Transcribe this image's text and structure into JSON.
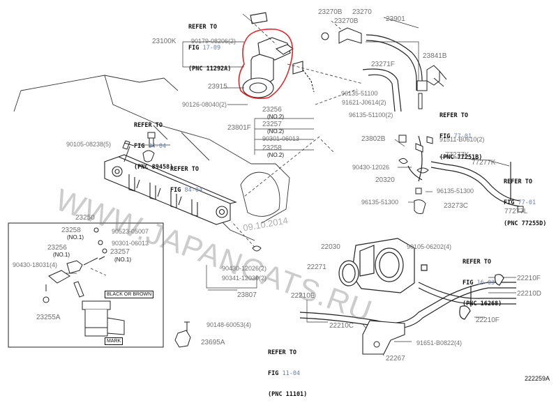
{
  "parts": {
    "p23270B_a": "23270B",
    "p23270": "23270",
    "p23270B_b": "23270B",
    "p23901": "23901",
    "p23100K": "23100K",
    "p90179": "90179-08206(2)",
    "p23841B": "23841B",
    "p23271F": "23271F",
    "p23915": "23915",
    "p96135_51100_a": "96135-51100",
    "p91621": "91621-J0614(2)",
    "p90126": "90126-08040(2)",
    "p23256_top": "23256",
    "p23256_top_no": "(NO.2)",
    "p96135_51100_b": "96135-51100(2)",
    "p23257_top": "23257",
    "p23257_top_no": "(NO.2)",
    "p23801F": "23801F",
    "p90301_top": "90301-06013",
    "p23258_top": "23258",
    "p23258_top_no": "(NO.2)",
    "p23802B": "23802B",
    "p91511": "91511-B0610(2)",
    "p90105_08238": "90105-08238(5)",
    "p77277K_a": "77277K",
    "p77277K_b": "77277K",
    "p90430_12026": "90430-12026",
    "p20320": "20320",
    "p96135_51300_a": "96135-51300",
    "p96135_51300_b": "96135-51300",
    "p23273C": "23273C",
    "p77277L": "77277L",
    "p23250": "23250",
    "p23258_inset": "23258",
    "p23258_inset_no": "(NO.1)",
    "p90523": "90523-05007",
    "p90301_inset": "90301-06013",
    "p23256_inset": "23256",
    "p23256_inset_no": "(NO.1)",
    "p23257_inset": "23257",
    "p23257_inset_no": "(NO.1)",
    "p90430_18031": "90430-18031(4)",
    "p23255A": "23255A",
    "p90430_12026_2": "90430-12026(2)",
    "p90341": "90341-12030(2)",
    "p23807": "23807",
    "p22030": "22030",
    "p90105_06202": "90105-06202(4)",
    "p22271": "22271",
    "p22210F_a": "22210F",
    "p22210D": "22210D",
    "p22210E": "22210E",
    "p22210C": "22210C",
    "p22210F_b": "22210F",
    "p90148": "90148-60053(4)",
    "p23695A": "23695A",
    "p91651": "91651-B0822(4)",
    "p22267": "22267"
  },
  "refs": {
    "r1": {
      "head": "REFER TO",
      "fig": "FIG ",
      "fignum": "17-09",
      "pnc": "(PNC 11292A)"
    },
    "r2": {
      "head": "REFER TO",
      "fig": "FIG ",
      "fignum": "84-04",
      "pnc": "(PNC 89458)"
    },
    "r3": {
      "head": "REFER TO",
      "fig": "FIG ",
      "fignum": "84-04"
    },
    "r4": {
      "head": "REFER TO",
      "fig": "FIG ",
      "fignum": "77-01",
      "pnc": "(PNC 77251B)"
    },
    "r5": {
      "head": "REFER TO",
      "fig": "FIG ",
      "fignum": "77-01",
      "pnc": "(PNC 77255D)"
    },
    "r6": {
      "head": "REFER TO",
      "fig": "FIG ",
      "fignum": "16-03",
      "pnc": "(PNC 16268)"
    },
    "r7": {
      "head": "REFER TO",
      "fig": "FIG ",
      "fignum": "11-04",
      "pnc": "(PNC 11101)"
    }
  },
  "notes": {
    "black_or_brown": "BLACK OR BROWN",
    "mark": "MARK"
  },
  "watermark": {
    "site": "WWW.JAPANCATS.RU",
    "date": "09.10.2014"
  },
  "drawing_number": "222259A",
  "colors": {
    "line": "#222222",
    "label": "#6f6f6f",
    "ref_link": "#6a7fb0",
    "highlight": "#e0282a"
  }
}
